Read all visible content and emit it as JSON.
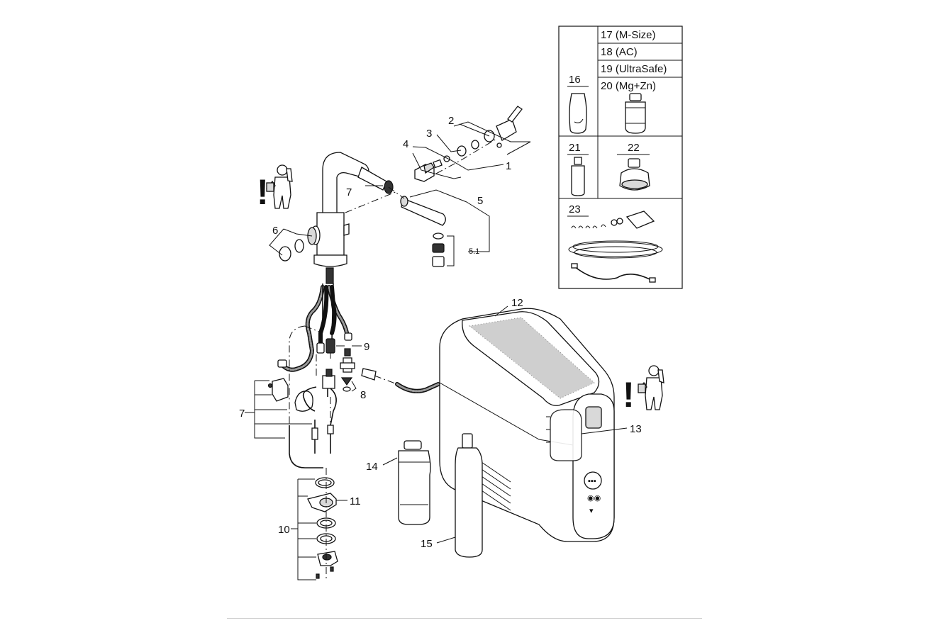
{
  "callouts": {
    "c1": "1",
    "c2": "2",
    "c3": "3",
    "c4": "4",
    "c5": "5",
    "c51": "5.1",
    "c6": "6",
    "c7a": "7",
    "c7b": "7",
    "c8": "8",
    "c9": "9",
    "c10": "10",
    "c11": "11",
    "c12": "12",
    "c13": "13",
    "c14": "14",
    "c15": "15"
  },
  "parts_table": {
    "c16": "16",
    "c17": "17 (M-Size)",
    "c18": "18 (AC)",
    "c19": "19 (UltraSafe)",
    "c20": "20 (Mg+Zn)",
    "c21": "21",
    "c22": "22",
    "c23": "23"
  },
  "warnings": {
    "mark_left": "!",
    "mark_right": "!"
  }
}
